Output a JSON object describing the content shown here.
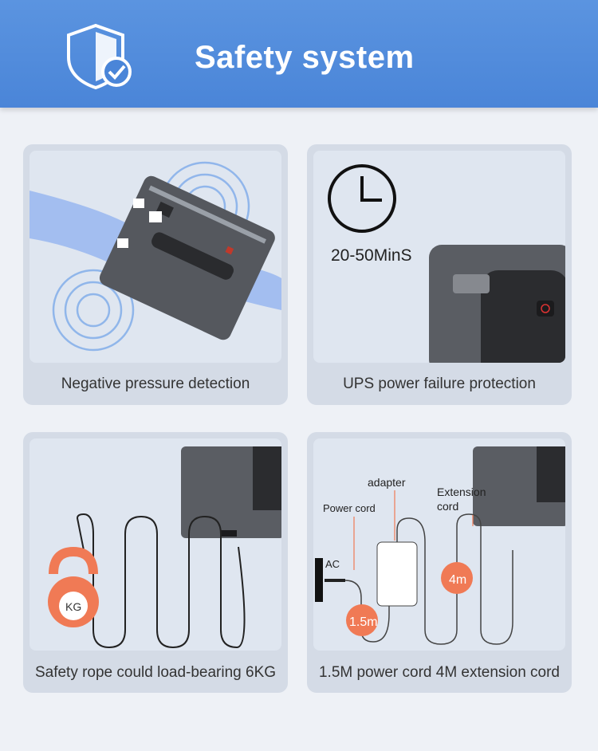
{
  "header": {
    "title": "Safety system"
  },
  "cards": [
    {
      "caption": "Negative pressure detection"
    },
    {
      "caption": "UPS power failure protection",
      "time_label": "20-50MinS"
    },
    {
      "caption": "Safety rope could load-bearing 6KG",
      "weight_label": "KG"
    },
    {
      "caption": "1.5M power cord 4M extension cord",
      "labels": {
        "adapter": "adapter",
        "extension_1": "Extension",
        "extension_2": "cord",
        "power_cord": "Power cord",
        "ac": "AC",
        "len_short": "1.5m",
        "len_long": "4m"
      }
    }
  ],
  "colors": {
    "banner": "#4a85d8",
    "card": "#d4dbe6",
    "accent_orange": "#f07a55",
    "device": "#5a5d63"
  }
}
